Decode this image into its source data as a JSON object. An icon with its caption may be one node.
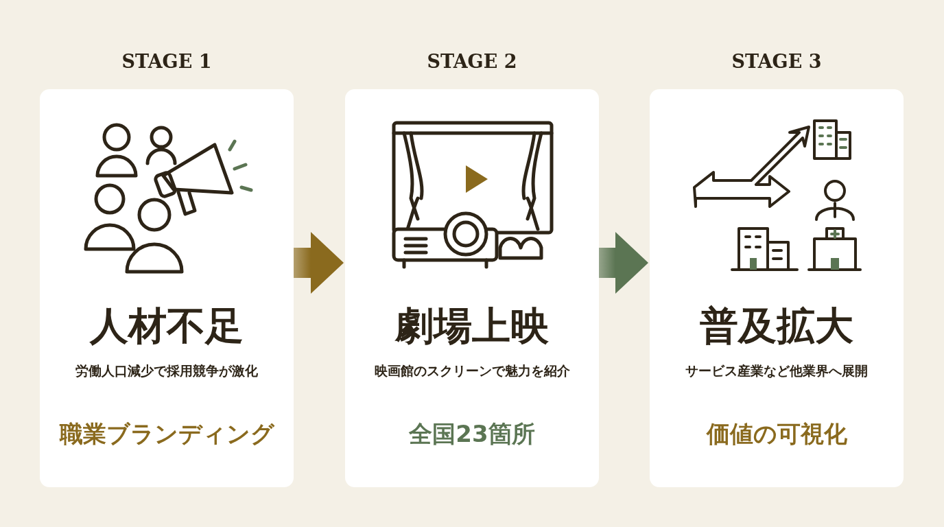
{
  "diagram": {
    "nodes": [
      {
        "text": [
          "STAGE 1",
          "人材不足",
          "労働人口減少で採用競争が激化",
          "職業ブランディング"
        ]
      },
      {
        "text": [
          "STAGE 2",
          "劇場上映",
          "映画館のスクリーンで魅力を紹介",
          "全国23箇所"
        ]
      },
      {
        "text": [
          "STAGE 3",
          "普及拡大",
          "サービス産業など他業界へ展開",
          "価値の可視化"
        ]
      }
    ],
    "edges": [
      {
        "from": 0,
        "to": 1,
        "arrow": "to",
        "color": "#8a6a1e"
      },
      {
        "from": 1,
        "to": 2,
        "arrow": "to",
        "color": "#5b7553"
      }
    ]
  }
}
